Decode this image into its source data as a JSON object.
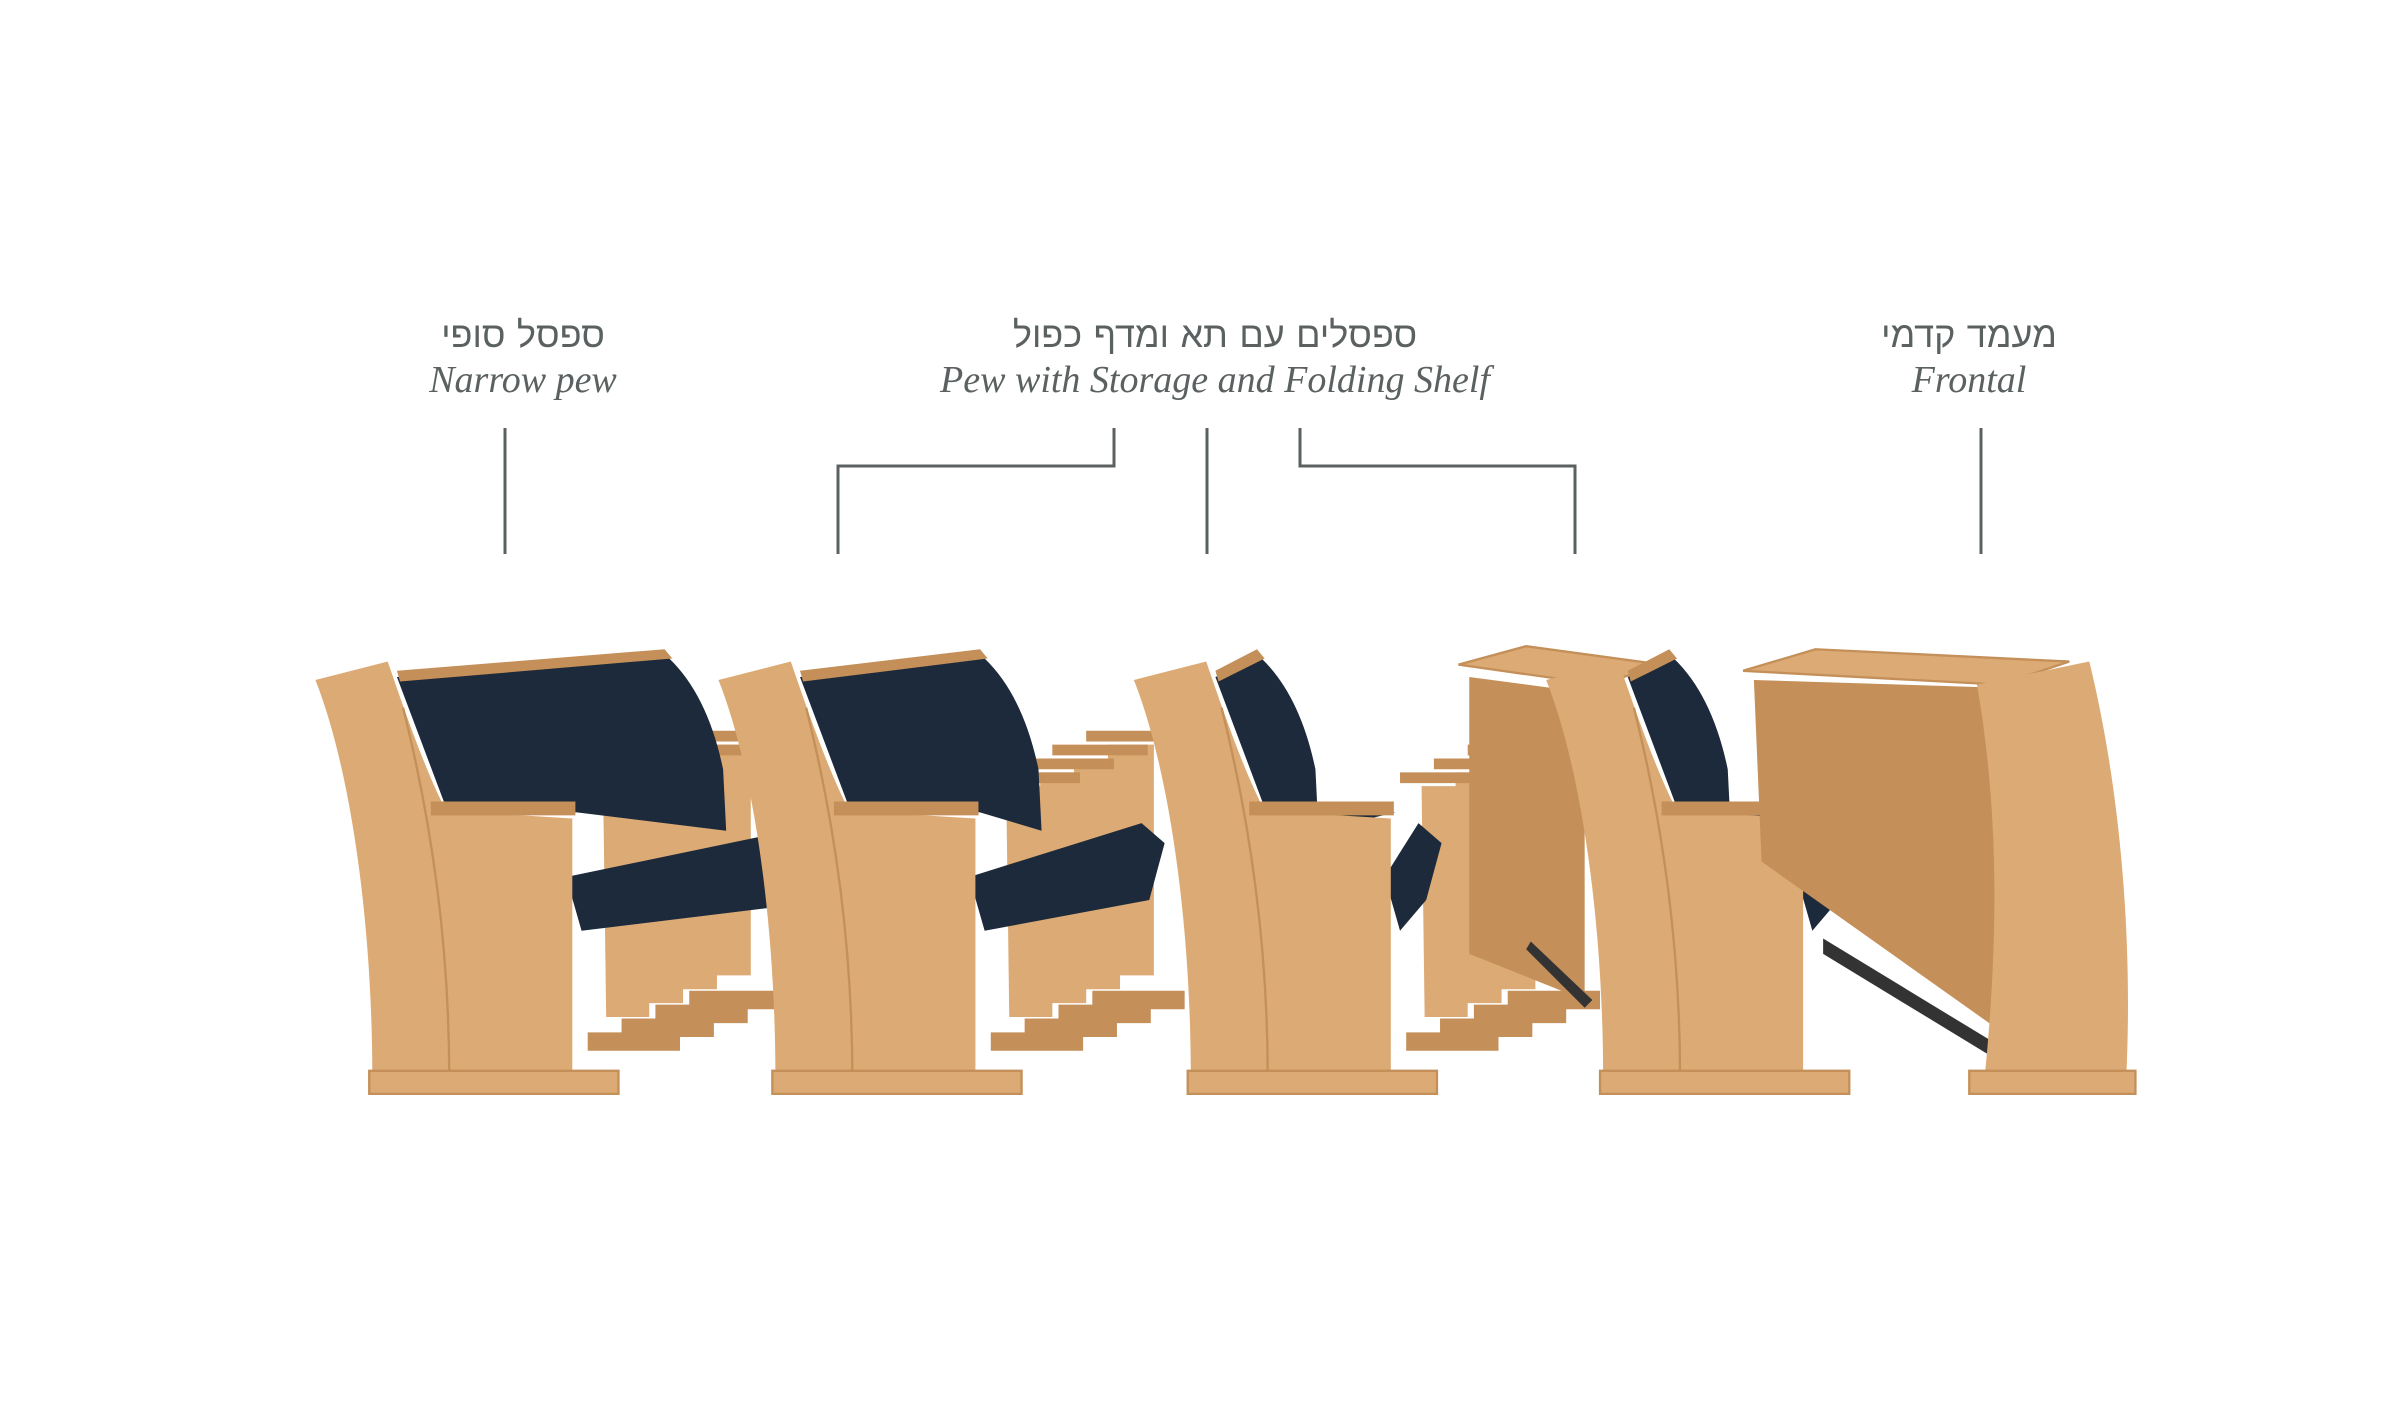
{
  "labels": [
    {
      "hebrew": "ספסל סופי",
      "english": "Narrow pew"
    },
    {
      "hebrew": "ספסלים עם תא ומדף כפול",
      "english": "Pew with Storage and Folding Shelf"
    },
    {
      "hebrew": "מעמד קדמי",
      "english": "Frontal"
    }
  ],
  "colors": {
    "text": "#5b6161",
    "line": "#5b6161",
    "wood": "#dcaa74",
    "wood_dark": "#c48f58",
    "upholstery": "#1d2a3b"
  }
}
